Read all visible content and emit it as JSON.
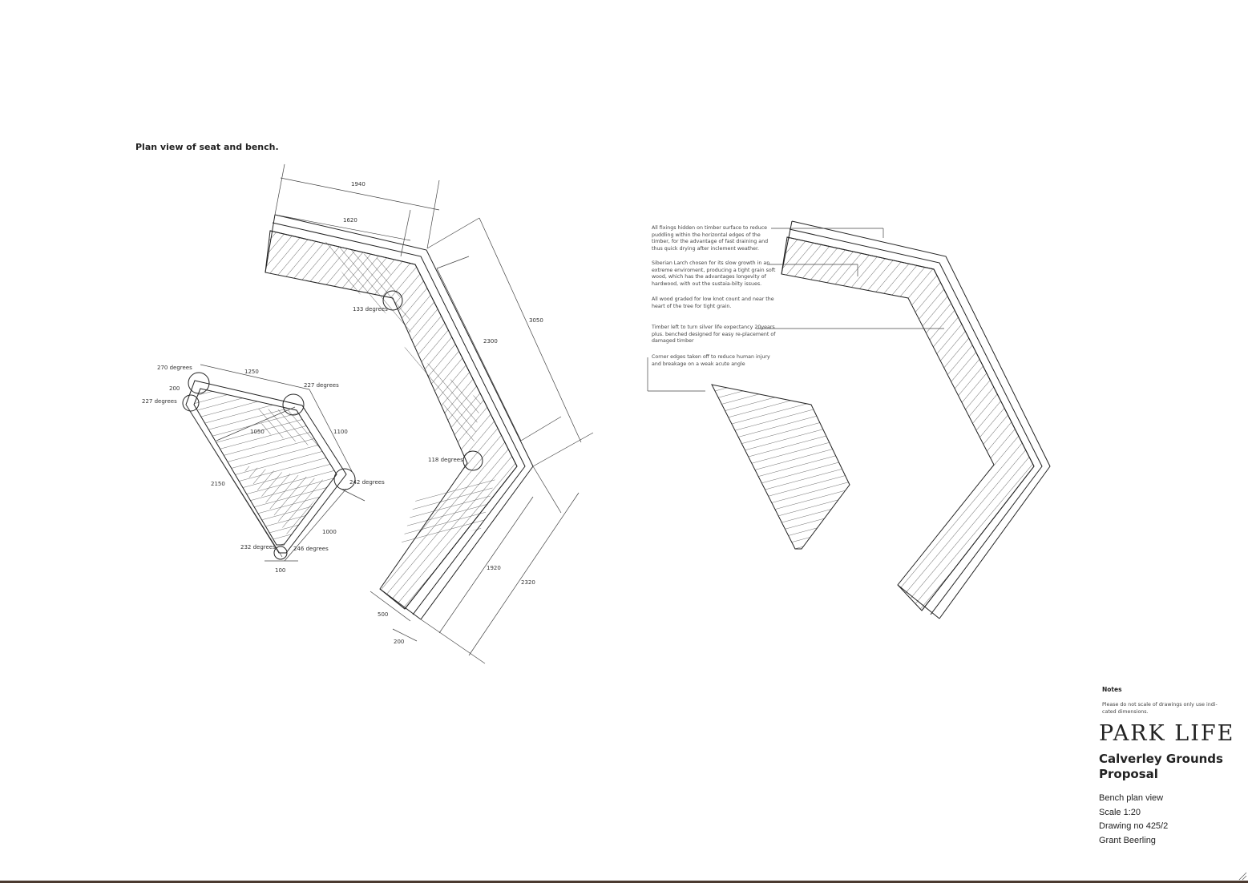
{
  "title": "Plan view of seat and bench.",
  "dimensions": {
    "d1940": "1940",
    "d1620": "1620",
    "d3050": "3050",
    "d2300": "2300",
    "a133": "133 degrees",
    "a118": "118 degrees",
    "d1920": "1920",
    "d2320": "2320",
    "d500": "500",
    "d200b": "200",
    "a270": "270 degrees",
    "d1250": "1250",
    "a227r": "227 degrees",
    "d200": "200",
    "a227l": "227 degrees",
    "d1050": "1050",
    "d1100": "1100",
    "d2150": "2150",
    "a242": "242 degrees",
    "d1000": "1000",
    "a232": "232 degrees",
    "a246": "246 degrees",
    "d100": "100"
  },
  "annotations": [
    "All fixings hidden on timber surface to reduce puddling within the horizontal edges of the timber, for the advantage of fast draining and thus quick drying after inclement weather.",
    "Siberian Larch chosen for its slow growth in an extreme enviroment, producing a tight grain soft wood, which has the advantages longevity of hardwood, with out the sustaia-bilty issues.",
    "All wood graded for low knot count and near the heart of the tree for tight grain.",
    "Timber left to turn silver life expectancy 20years plus. benched designed for easy re-placement of damaged timber",
    "Corner edges taken off to reduce human injury and breakage on a weak acute angle"
  ],
  "title_block": {
    "notes_heading": "Notes",
    "notes_text": "Please do not scale of drawings only use indi-cated dimensions.",
    "logo": "PARK LIFE",
    "project": "Calverley Grounds Proposal",
    "drawing_title": "Bench plan view",
    "scale": "Scale 1:20",
    "drawing_no": "Drawing no 425/2",
    "author": "Grant Beerling"
  }
}
